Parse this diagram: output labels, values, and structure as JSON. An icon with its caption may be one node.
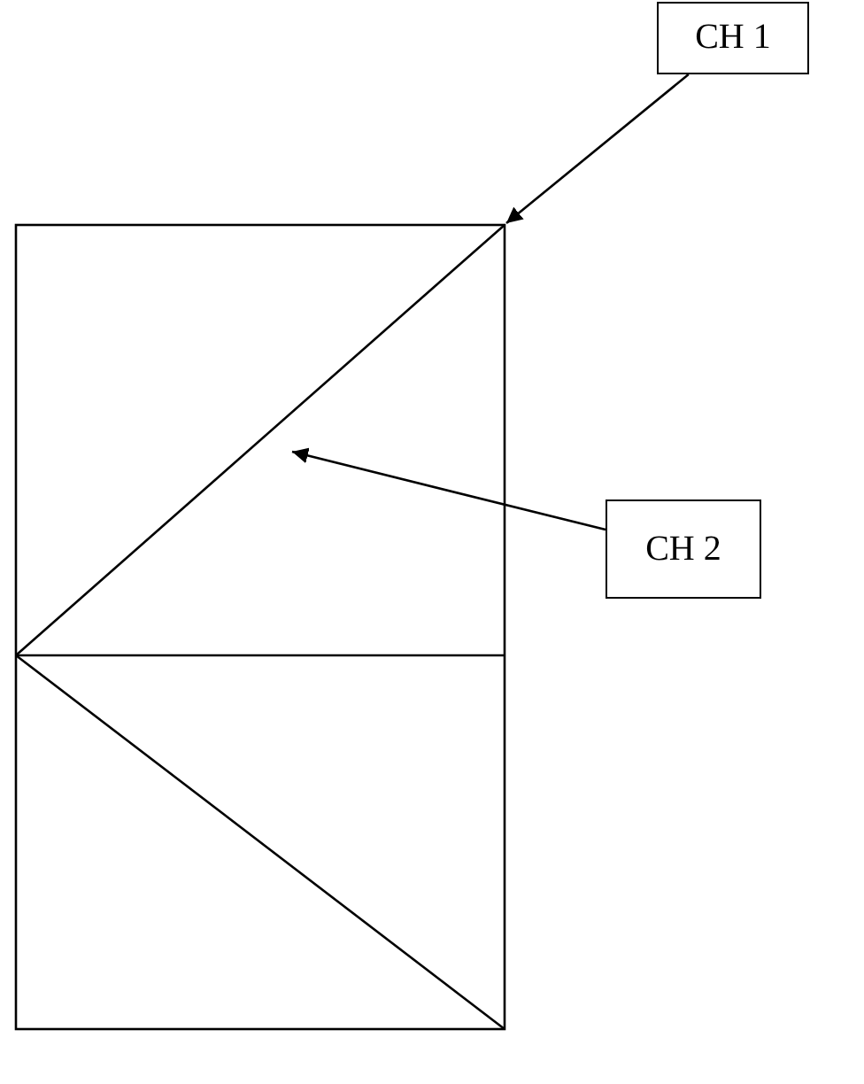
{
  "diagram": {
    "nodes": [
      {
        "text": [
          "CH 1"
        ]
      },
      {
        "text": [
          "CH 2"
        ]
      }
    ],
    "edges": [
      {
        "from": 0,
        "to": null,
        "arrow": "to"
      },
      {
        "from": 1,
        "to": null,
        "arrow": "to"
      }
    ]
  }
}
